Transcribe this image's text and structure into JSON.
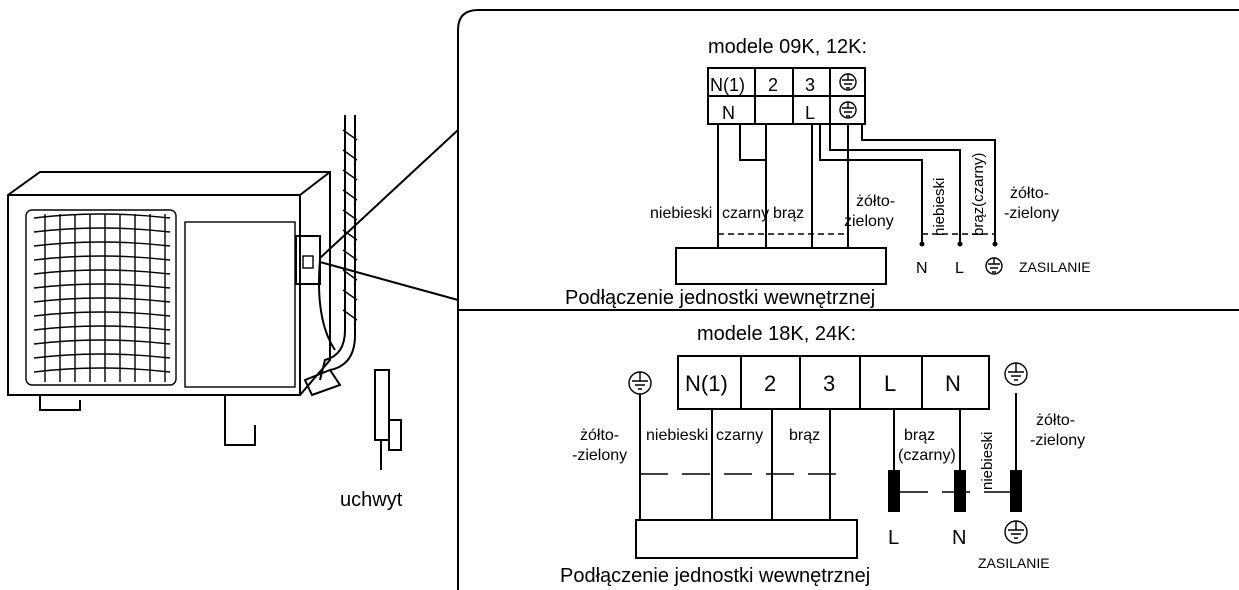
{
  "unit_label": "uchwyt",
  "top": {
    "title": "modele 09K, 12K:",
    "terminals": [
      "N(1)",
      "2",
      "3"
    ],
    "terminal_bottom": [
      "N",
      "L"
    ],
    "wire_labels": {
      "blue": "niebieski",
      "black": "czarny",
      "brown": "brąz",
      "yg1": "żółto-",
      "yg2": "zielony",
      "blue_v": "niebieski",
      "brown_black_v": "brąz(czarny)",
      "yg_r1": "żółto-",
      "yg_r2": "-zielony"
    },
    "supply": [
      "N",
      "L"
    ],
    "supply_label": "ZASILANIE",
    "footer": "Podłączenie jednostki wewnętrznej"
  },
  "bottom": {
    "title": "modele 18K, 24K:",
    "terminals": [
      "N(1)",
      "2",
      "3",
      "L",
      "N"
    ],
    "wire_labels": {
      "yg_l1": "żółto-",
      "yg_l2": "-zielony",
      "blue": "niebieski",
      "black": "czarny",
      "brown": "brąz",
      "brown2": "brąz",
      "black2": "(czarny)",
      "blue_v": "niebieski",
      "yg_r1": "żółto-",
      "yg_r2": "-zielony"
    },
    "supply": [
      "L",
      "N"
    ],
    "supply_label": "ZASILANIE",
    "footer": "Podłączenie jednostki wewnętrznej"
  }
}
